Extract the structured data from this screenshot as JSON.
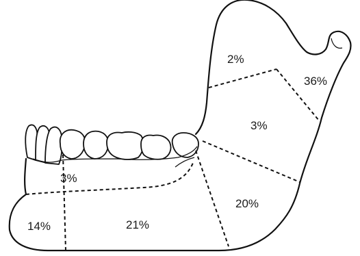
{
  "diagram": {
    "regions": [
      {
        "key": "coronoid",
        "label": "2%"
      },
      {
        "key": "condyle",
        "label": "36%"
      },
      {
        "key": "ramus",
        "label": "3%"
      },
      {
        "key": "angle",
        "label": "20%"
      },
      {
        "key": "alveolar",
        "label": "3%"
      },
      {
        "key": "body",
        "label": "21%"
      },
      {
        "key": "symphysis",
        "label": "14%"
      }
    ]
  }
}
